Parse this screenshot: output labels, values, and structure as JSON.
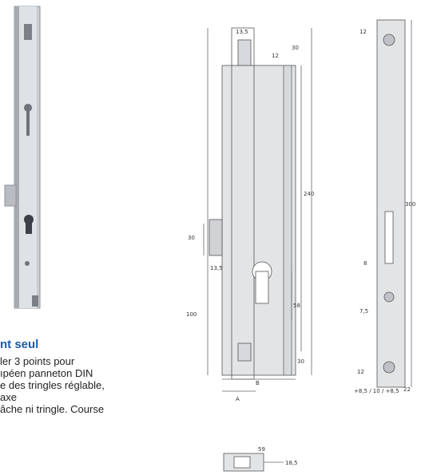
{
  "product": {
    "title": "nt seul",
    "description_lines": [
      "ler 3 points pour",
      "ıpéen panneton DIN",
      "",
      "e des tringles réglable,",
      "axe",
      "âche ni tringle. Course"
    ]
  },
  "dimensions": {
    "front_top": "13,5",
    "front_top_right": "30",
    "bolt_height": "12",
    "body_length": "240",
    "latch_height": "30",
    "latch_offset": "13,5",
    "cylinder_height": "58",
    "lower_length": "100",
    "bottom_height": "30",
    "body_width": "B",
    "backset": "A",
    "plate_top": "12",
    "plate_length": "300",
    "slot_gap": "8",
    "screw_gap": "7,5",
    "plate_bottom": "12",
    "plate_width_label": "+8,5 / 10 / +8,5",
    "plate_width": "22",
    "side_top": "59",
    "side_right": "18,5"
  },
  "colors": {
    "title_blue": "#1e5aa8",
    "steel": "#c8cbd0",
    "line": "#555555"
  }
}
